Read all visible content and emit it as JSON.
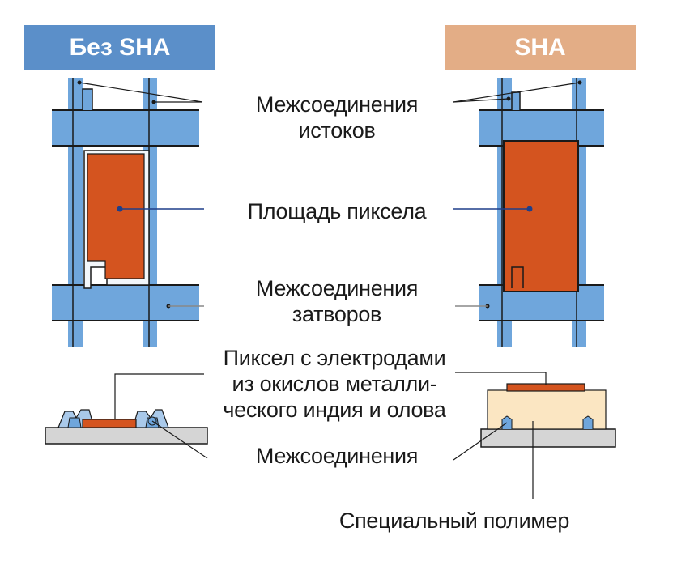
{
  "headers": {
    "left": "Без SHA",
    "right": "SHA"
  },
  "labels": {
    "source_lines_1": "Межсоединения",
    "source_lines_2": "истоков",
    "pixel_area": "Площадь пиксела",
    "gate_lines_1": "Межсоединения",
    "gate_lines_2": "затворов",
    "ito_pixel_1": "Пиксел с электродами",
    "ito_pixel_2": "из окислов металли-",
    "ito_pixel_3": "ческого индия и олова",
    "interconnects": "Межсоединения",
    "special_polymer": "Специальный полимер"
  },
  "colors": {
    "header_left": "#5b8fc9",
    "header_right": "#e3ad86",
    "line_blue": "#6fa6dc",
    "pixel_orange": "#d4541f",
    "polymer": "#fbe6c2",
    "substrate": "#d5d5d5"
  }
}
